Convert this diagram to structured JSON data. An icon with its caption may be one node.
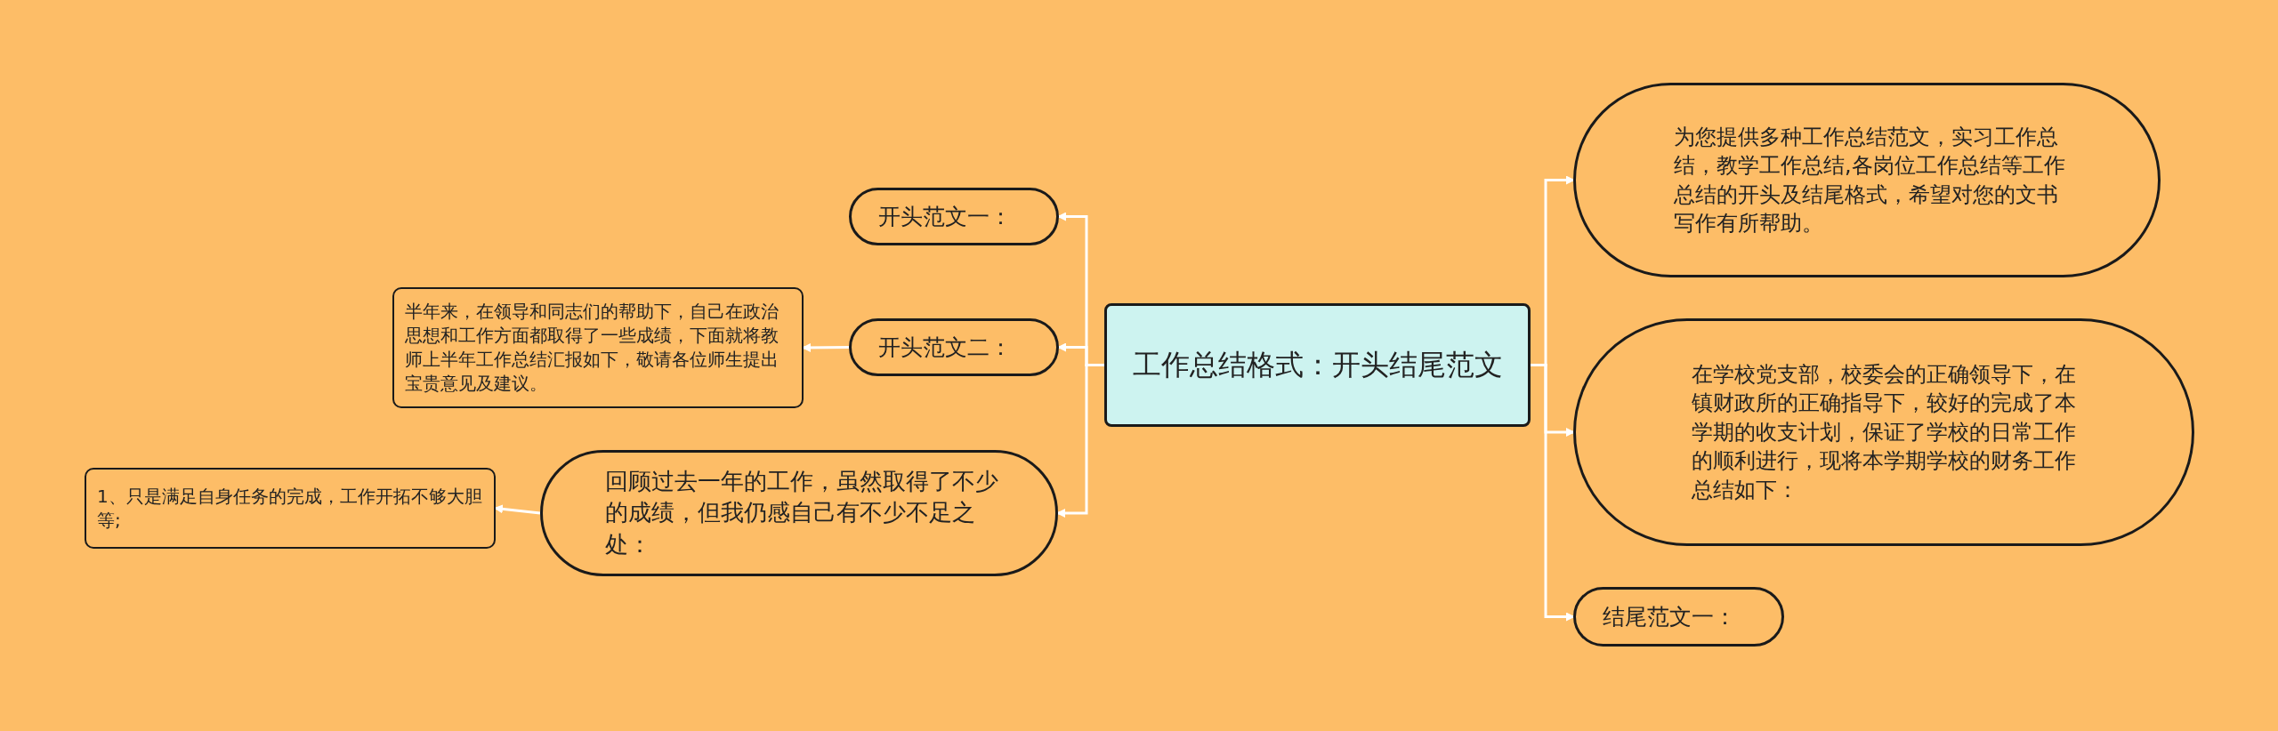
{
  "diagram": {
    "nodes": [
      {
        "text": [
          "工作总结格式：开头结尾范文"
        ]
      },
      {
        "text": [
          "开头范文一："
        ]
      },
      {
        "text": [
          "开头范文二："
        ]
      },
      {
        "text": [
          "半年来，在领导和同志们的帮助下，自己在政治思想和工作方面都取得了一些成绩，下面就将教师上半年工作总结汇报如下，敬请各位师生提出宝贵意见及建议。"
        ]
      },
      {
        "text": [
          "回顾过去一年的工作，虽然取得了不少的成绩，但我仍感自己有不少不足之处："
        ]
      },
      {
        "text": [
          "1、只是满足自身任务的完成，工作开拓不够大胆等;"
        ]
      },
      {
        "text": [
          "为您提供多种工作总结范文，实习工作总结，教学工作总结,各岗位工作总结等工作总结的开头及结尾格式，希望对您的文书写作有所帮助。"
        ]
      },
      {
        "text": [
          "在学校党支部，校委会的正确领导下，在镇财政所的正确指导下，较好的完成了本学期的收支计划，保证了学校的日常工作的顺利进行，现将本学期学校的财务工作总结如下："
        ]
      },
      {
        "text": [
          "结尾范文一："
        ]
      }
    ],
    "edges": [
      {
        "from": 0,
        "to": 1,
        "arrow": "to"
      },
      {
        "from": 0,
        "to": 2,
        "arrow": "to"
      },
      {
        "from": 2,
        "to": 3,
        "arrow": "to"
      },
      {
        "from": 0,
        "to": 4,
        "arrow": "to"
      },
      {
        "from": 4,
        "to": 5,
        "arrow": "to"
      },
      {
        "from": 0,
        "to": 6,
        "arrow": "to"
      },
      {
        "from": 0,
        "to": 7,
        "arrow": "to"
      },
      {
        "from": 0,
        "to": 8,
        "arrow": "to"
      }
    ]
  }
}
